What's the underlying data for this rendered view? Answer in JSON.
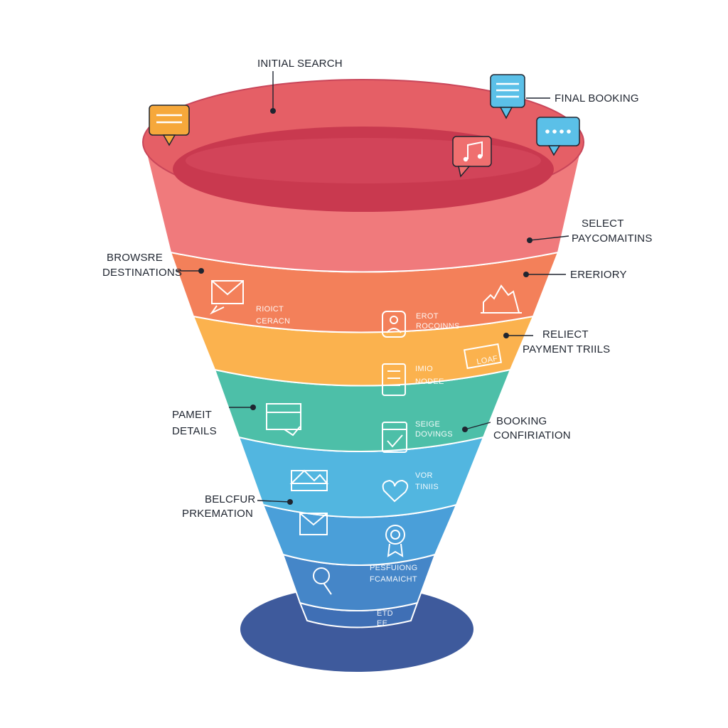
{
  "labels": {
    "initial_search": "INITIAL SEARCH",
    "final_booking": "FINAL BOOKING",
    "select_l1": "SELECT",
    "select_l2": "PAYCOMAITINS",
    "ereriory": "ERERIORY",
    "browse_l1": "BROWSRE",
    "browse_l2": "DESTINATIONS",
    "reliect_l1": "RELIECT",
    "reliect_l2": "PAYMENT TRIILS",
    "payment_l1": "PAMEIT",
    "payment_l2": "DETAILS",
    "booking_l1": "BOOKING",
    "booking_l2": "CONFIRIATION",
    "belcfur_l1": "BELCFUR",
    "belcfur_l2": "PRKEMATION"
  },
  "inner": {
    "band1_left_l1": "RIOICT",
    "band1_left_l2": "CERACN",
    "band1_right_l1": "EROT",
    "band1_right_l2": "ROCOINNS",
    "band2_right_l1": "IMIO",
    "band2_right_l2": "NODEE",
    "band2_tag": "LOAF",
    "band3_right_l1": "SEIGE",
    "band3_right_l2": "DOVINGS",
    "band4_right_l1": "VOR",
    "band4_right_l2": "TINIIS",
    "band6_l1": "PESFUIONG",
    "band6_l2": "FCAMAICHT",
    "band7_l1": "ETD",
    "band7_l2": "EE"
  },
  "colors": {
    "rim": "#e55f66",
    "rim_inner": "#c9394f",
    "band0": "#f07a7c",
    "band1": "#f3805a",
    "band2": "#fbb24e",
    "band3": "#4dbfa8",
    "band4": "#52b6e0",
    "band5": "#4a9fd9",
    "band6": "#4586c8",
    "band7": "#3f6fb5",
    "base": "#3e5a9c",
    "bubble_orange": "#f6a83b",
    "bubble_blue": "#5bc0e8",
    "bubble_red": "#ef6f6f"
  }
}
